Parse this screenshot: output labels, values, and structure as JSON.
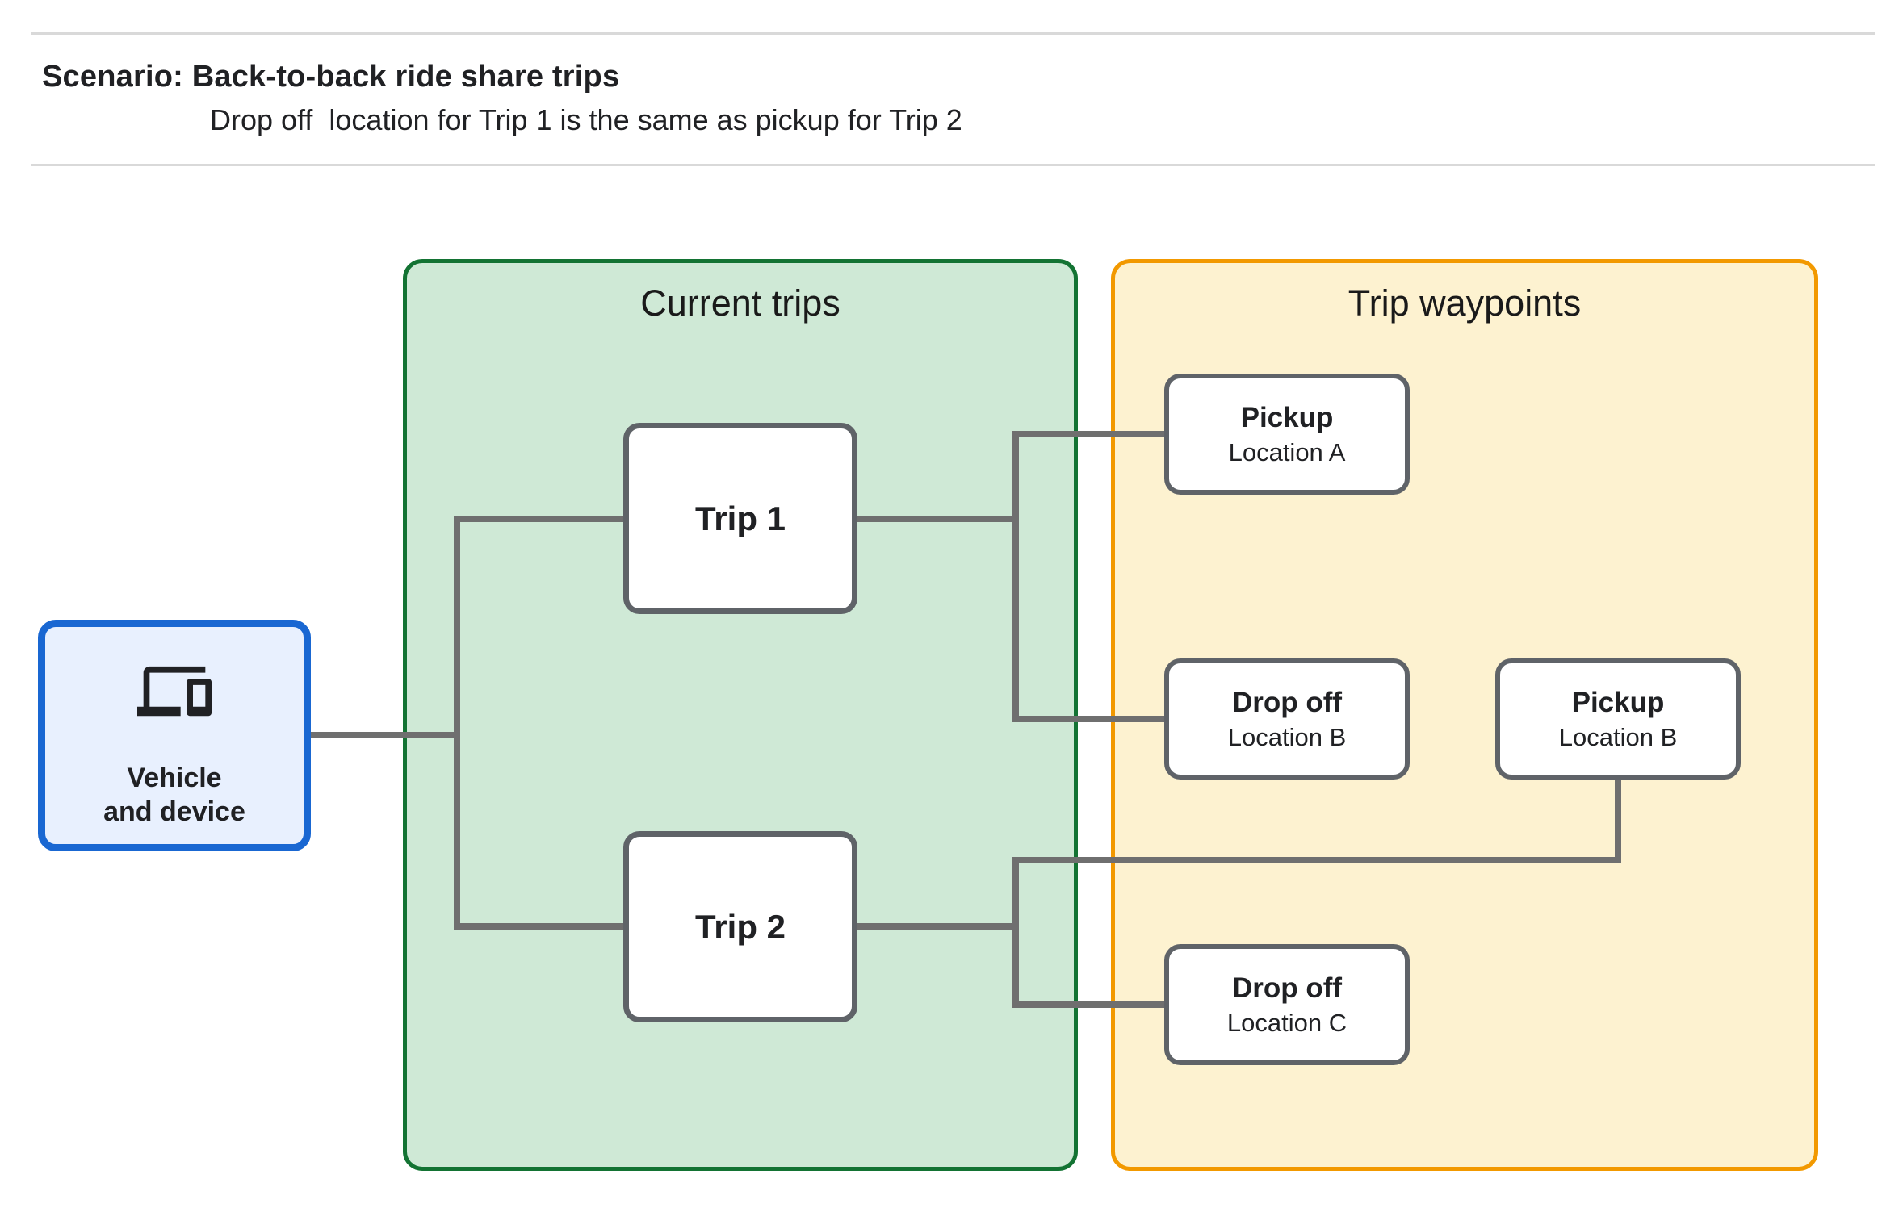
{
  "header": {
    "title": "Scenario: Back-to-back ride share trips",
    "subtitle": "Drop off  location for Trip 1 is the same as pickup for Trip 2"
  },
  "vehicle_node": {
    "label": "Vehicle\nand device",
    "icon": "devices-icon"
  },
  "groups": {
    "current_trips": {
      "title": "Current trips"
    },
    "trip_waypoints": {
      "title": "Trip waypoints"
    }
  },
  "trips": [
    {
      "label": "Trip 1"
    },
    {
      "label": "Trip 2"
    }
  ],
  "waypoints": [
    {
      "type": "Pickup",
      "location": "Location A"
    },
    {
      "type": "Drop off",
      "location": "Location B"
    },
    {
      "type": "Pickup",
      "location": "Location B"
    },
    {
      "type": "Drop off",
      "location": "Location C"
    }
  ],
  "colors": {
    "green_fill": "#CFE9D6",
    "green_border": "#137333",
    "yellow_fill": "#FDF2D0",
    "yellow_border": "#F29900",
    "blue_fill": "#E8F0FE",
    "blue_border": "#1967D2",
    "node_border": "#5F6368",
    "connector": "#6F6F6F",
    "text": "#202124",
    "divider": "#D9D9D9"
  }
}
